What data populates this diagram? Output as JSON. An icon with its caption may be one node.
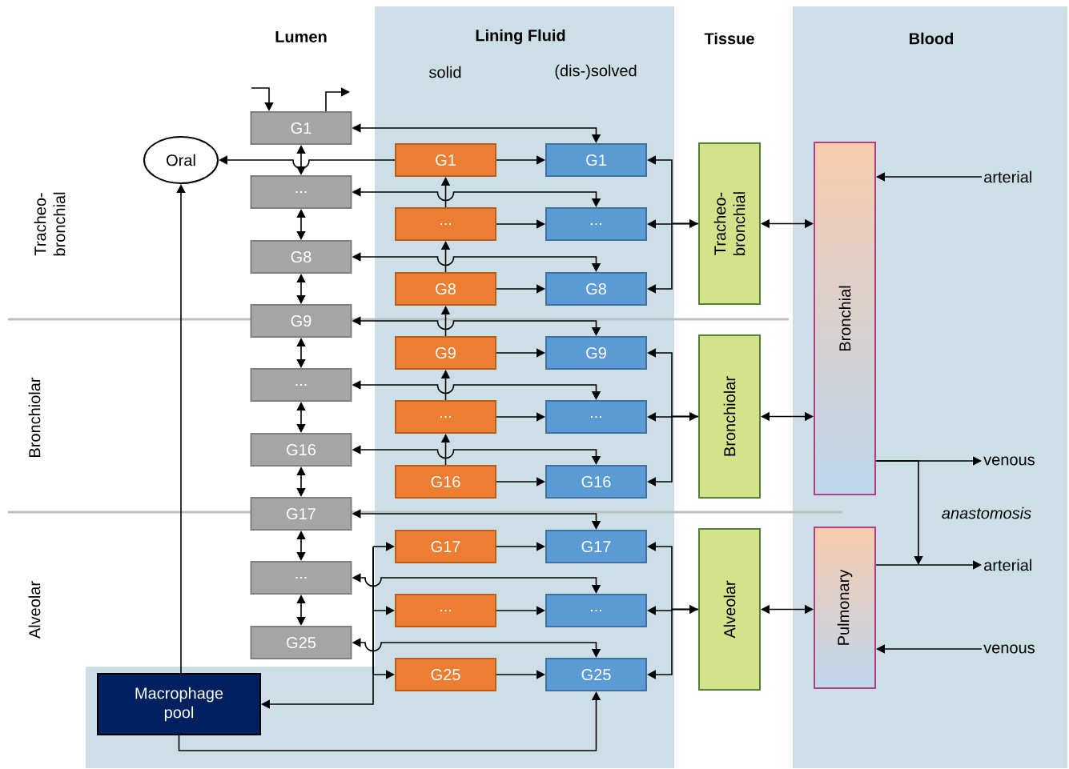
{
  "diagram": {
    "nodes": [
      {
        "text": [
          "Oral"
        ]
      },
      {
        "text": [
          "G1"
        ]
      },
      {
        "text": [
          "..."
        ]
      },
      {
        "text": [
          "G8"
        ]
      },
      {
        "text": [
          "G9"
        ]
      },
      {
        "text": [
          "..."
        ]
      },
      {
        "text": [
          "G16"
        ]
      },
      {
        "text": [
          "G17"
        ]
      },
      {
        "text": [
          "..."
        ]
      },
      {
        "text": [
          "G25"
        ]
      },
      {
        "text": [
          "G1"
        ]
      },
      {
        "text": [
          "..."
        ]
      },
      {
        "text": [
          "G8"
        ]
      },
      {
        "text": [
          "G9"
        ]
      },
      {
        "text": [
          "..."
        ]
      },
      {
        "text": [
          "G16"
        ]
      },
      {
        "text": [
          "G17"
        ]
      },
      {
        "text": [
          "..."
        ]
      },
      {
        "text": [
          "G25"
        ]
      },
      {
        "text": [
          "G1"
        ]
      },
      {
        "text": [
          "..."
        ]
      },
      {
        "text": [
          "G8"
        ]
      },
      {
        "text": [
          "G9"
        ]
      },
      {
        "text": [
          "..."
        ]
      },
      {
        "text": [
          "G16"
        ]
      },
      {
        "text": [
          "G17"
        ]
      },
      {
        "text": [
          "..."
        ]
      },
      {
        "text": [
          "G25"
        ]
      },
      {
        "text": [
          "Tracheo- bronchial"
        ]
      },
      {
        "text": [
          "Bronchiolar"
        ]
      },
      {
        "text": [
          "Alveolar"
        ]
      },
      {
        "text": [
          "Bronchial"
        ]
      },
      {
        "text": [
          "Pulmonary"
        ]
      },
      {
        "text": [
          "Macrophage pool"
        ]
      },
      {
        "text": [
          "arterial"
        ]
      },
      {
        "text": [
          "venous"
        ]
      },
      {
        "text": [
          "arterial"
        ]
      },
      {
        "text": [
          "venous"
        ]
      }
    ],
    "edges": [
      {
        "from": null,
        "to": 1,
        "arrow": "to"
      },
      {
        "from": 1,
        "to": null,
        "arrow": "to"
      },
      {
        "from": 1,
        "to": 2,
        "arrow": "both"
      },
      {
        "from": 2,
        "to": 3,
        "arrow": "both"
      },
      {
        "from": 3,
        "to": 4,
        "arrow": "both"
      },
      {
        "from": 4,
        "to": 5,
        "arrow": "both"
      },
      {
        "from": 5,
        "to": 6,
        "arrow": "both"
      },
      {
        "from": 6,
        "to": 7,
        "arrow": "both"
      },
      {
        "from": 7,
        "to": 8,
        "arrow": "both"
      },
      {
        "from": 8,
        "to": 9,
        "arrow": "both"
      },
      {
        "from": 10,
        "to": 0,
        "arrow": "to"
      },
      {
        "from": 11,
        "to": 10,
        "arrow": "to"
      },
      {
        "from": 12,
        "to": 11,
        "arrow": "to"
      },
      {
        "from": 13,
        "to": 12,
        "arrow": "to"
      },
      {
        "from": 14,
        "to": 13,
        "arrow": "to"
      },
      {
        "from": 15,
        "to": 14,
        "arrow": "to"
      },
      {
        "from": 1,
        "to": 19,
        "arrow": "both"
      },
      {
        "from": 2,
        "to": 20,
        "arrow": "both"
      },
      {
        "from": 3,
        "to": 21,
        "arrow": "both"
      },
      {
        "from": 4,
        "to": 22,
        "arrow": "both"
      },
      {
        "from": 5,
        "to": 23,
        "arrow": "both"
      },
      {
        "from": 6,
        "to": 24,
        "arrow": "both"
      },
      {
        "from": 7,
        "to": 25,
        "arrow": "both"
      },
      {
        "from": 8,
        "to": 26,
        "arrow": "both"
      },
      {
        "from": 9,
        "to": 27,
        "arrow": "both"
      },
      {
        "from": 10,
        "to": 19,
        "arrow": "to"
      },
      {
        "from": 11,
        "to": 20,
        "arrow": "to"
      },
      {
        "from": 12,
        "to": 21,
        "arrow": "to"
      },
      {
        "from": 13,
        "to": 22,
        "arrow": "to"
      },
      {
        "from": 14,
        "to": 23,
        "arrow": "to"
      },
      {
        "from": 15,
        "to": 24,
        "arrow": "to"
      },
      {
        "from": 16,
        "to": 25,
        "arrow": "to"
      },
      {
        "from": 17,
        "to": 26,
        "arrow": "to"
      },
      {
        "from": 18,
        "to": 27,
        "arrow": "to"
      },
      {
        "from": null,
        "to": 16,
        "arrow": "to"
      },
      {
        "from": null,
        "to": 17,
        "arrow": "to"
      },
      {
        "from": null,
        "to": 18,
        "arrow": "to"
      },
      {
        "from": null,
        "to": 33,
        "arrow": "to"
      },
      {
        "from": 33,
        "to": 0,
        "arrow": "to"
      },
      {
        "from": 33,
        "to": 27,
        "arrow": "to"
      },
      {
        "from": 28,
        "to": 19,
        "arrow": "to"
      },
      {
        "from": 28,
        "to": 20,
        "arrow": "both"
      },
      {
        "from": 28,
        "to": 21,
        "arrow": "to"
      },
      {
        "from": 29,
        "to": 22,
        "arrow": "to"
      },
      {
        "from": 29,
        "to": 23,
        "arrow": "both"
      },
      {
        "from": 29,
        "to": 24,
        "arrow": "to"
      },
      {
        "from": 30,
        "to": 25,
        "arrow": "to"
      },
      {
        "from": 30,
        "to": 26,
        "arrow": "both"
      },
      {
        "from": 30,
        "to": 27,
        "arrow": "to"
      },
      {
        "from": 28,
        "to": 31,
        "arrow": "both"
      },
      {
        "from": 29,
        "to": 31,
        "arrow": "both"
      },
      {
        "from": 30,
        "to": 32,
        "arrow": "both"
      },
      {
        "from": 34,
        "to": 31,
        "arrow": "to"
      },
      {
        "from": 31,
        "to": 35,
        "arrow": "to"
      },
      {
        "from": 31,
        "to": null,
        "arrow": "to",
        "label": "anastomosis"
      },
      {
        "from": 32,
        "to": 36,
        "arrow": "to"
      },
      {
        "from": 37,
        "to": 32,
        "arrow": "to"
      }
    ],
    "labels": [
      "Lumen",
      "Lining Fluid",
      "solid",
      "(dis-)solved",
      "Tissue",
      "Blood",
      "Tracheo- bronchial",
      "Bronchiolar",
      "Alveolar"
    ]
  }
}
